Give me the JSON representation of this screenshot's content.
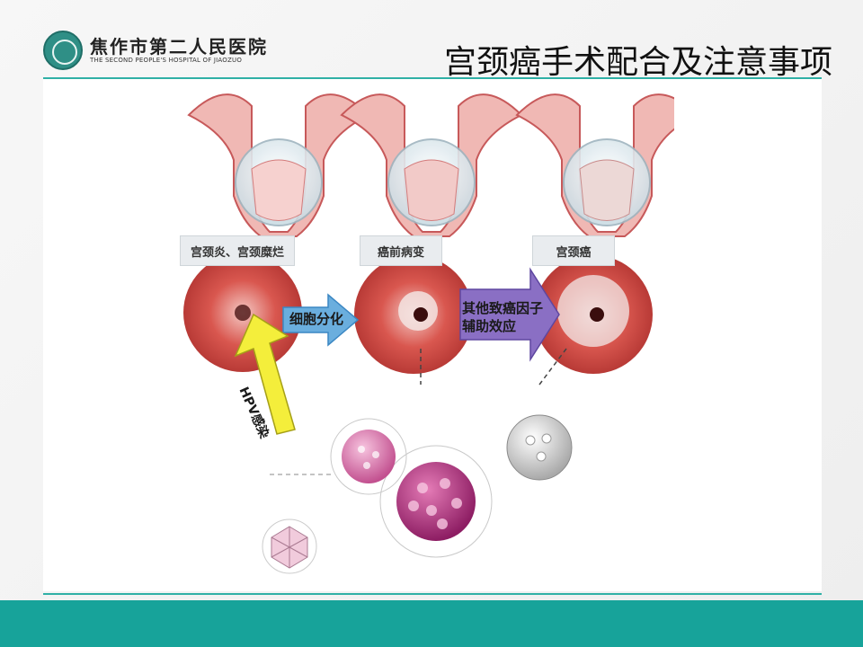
{
  "slide": {
    "title": "宫颈癌手术配合及注意事项",
    "logo": {
      "name_cn": "焦作市第二人民医院",
      "name_en": "THE SECOND PEOPLE'S HOSPITAL OF JIAOZUO"
    },
    "colors": {
      "accent": "#17a39a",
      "rule": "#2fb0a6"
    }
  },
  "figure": {
    "stages": [
      {
        "label": "宫颈炎、宫颈糜烂"
      },
      {
        "label": "癌前病变"
      },
      {
        "label": "宫颈癌"
      }
    ],
    "arrows": {
      "hpv": "HPV感染",
      "differentiation": "细胞分化",
      "factors_line1": "其他致癌因子",
      "factors_line2": "辅助效应"
    }
  }
}
